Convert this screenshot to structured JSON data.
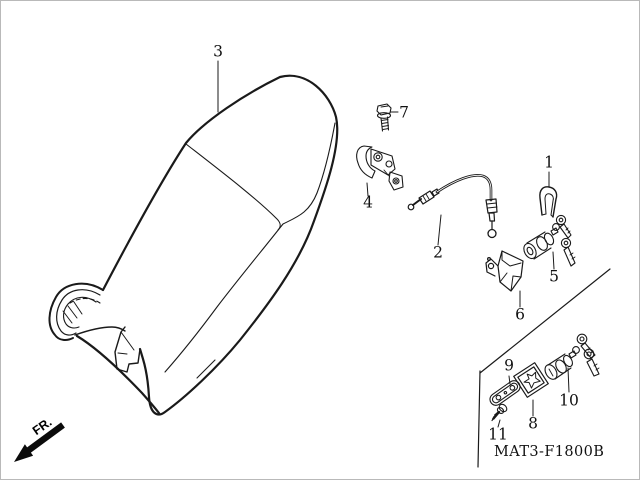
{
  "diagram": {
    "part_code": "MAT3-F1800B",
    "front_marker": "FR.",
    "callouts": {
      "c1": "1",
      "c2": "2",
      "c3": "3",
      "c4": "4",
      "c5": "5",
      "c6": "6",
      "c7": "7",
      "c8": "8",
      "c9": "9",
      "c10": "10",
      "c11": "11"
    },
    "part_icons": {
      "c1": "seat-lock-clip-icon",
      "c2": "seat-lock-cable-icon",
      "c3": "seat-assembly-icon",
      "c4": "seat-latch-icon",
      "c5": "lock-cylinder-keys-icon",
      "c6": "lock-bracket-icon",
      "c7": "flange-bolt-icon",
      "c8": "escutcheon-plate-icon",
      "c9": "setting-plate-icon",
      "c10": "lock-barrel-keys-icon",
      "c11": "screw-icon"
    },
    "colors": {
      "line": "#1a1a1a",
      "background": "#ffffff"
    }
  }
}
